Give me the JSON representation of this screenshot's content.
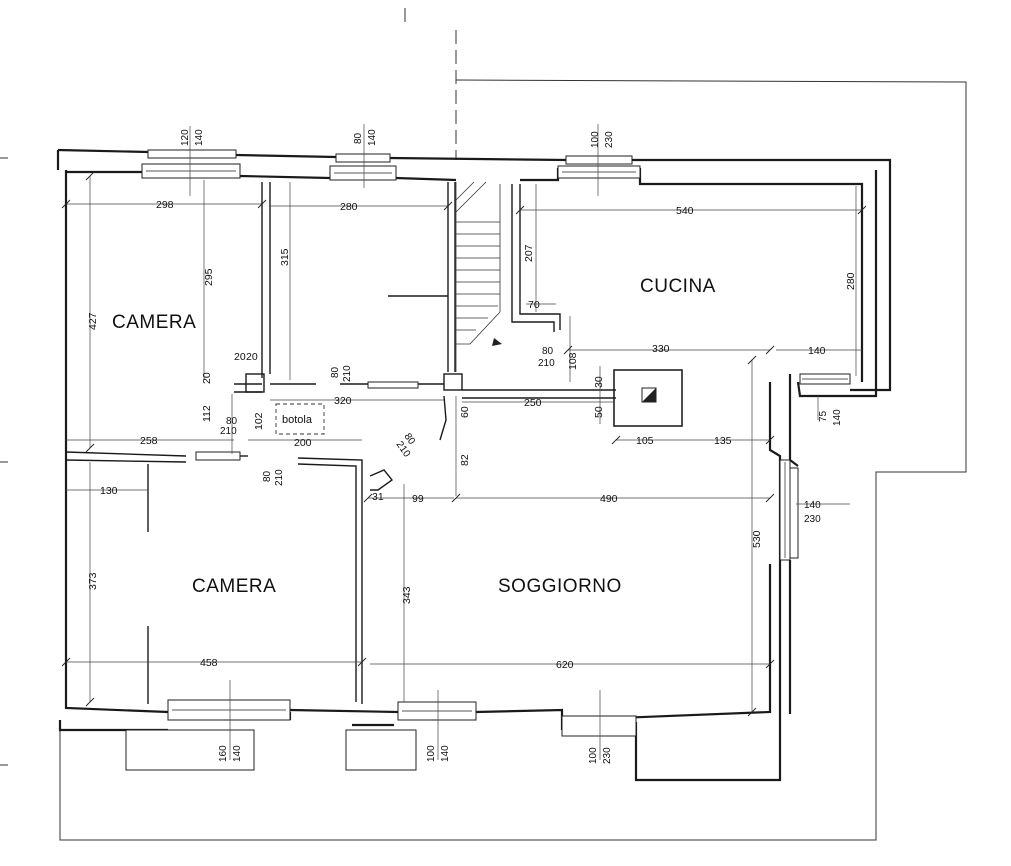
{
  "rooms": {
    "camera_top": "CAMERA",
    "camera_bottom": "CAMERA",
    "cucina": "CUCINA",
    "soggiorno": "SOGGIORNO"
  },
  "notes": {
    "botola": "botola"
  },
  "dims": {
    "d298": "298",
    "d280a": "280",
    "d540": "540",
    "d427": "427",
    "d295": "295",
    "d315": "315",
    "d207": "207",
    "d280b": "280",
    "d70": "70",
    "d330": "330",
    "d140": "140",
    "d320": "320",
    "d250": "250",
    "d258": "258",
    "d200": "200",
    "d130": "130",
    "d373": "373",
    "d343": "343",
    "d99": "99",
    "d31": "31",
    "d490": "490",
    "d530": "530",
    "d458": "458",
    "d620": "620",
    "d105": "105",
    "d135": "135",
    "d112": "112",
    "d102": "102",
    "d82": "82",
    "d60": "60",
    "d50": "50",
    "d30": "30",
    "d108": "108",
    "d20a": "20",
    "d20b": "20",
    "d20c": "20"
  },
  "openings": {
    "w120_140": [
      "120",
      "140"
    ],
    "w80_140": [
      "80",
      "140"
    ],
    "w100_230_top": [
      "100",
      "230"
    ],
    "w75_140": [
      "75",
      "140"
    ],
    "w140_230": [
      "140",
      "230"
    ],
    "w160_140": [
      "160",
      "140"
    ],
    "w100_140": [
      "100",
      "140"
    ],
    "w100_230_bottom": [
      "100",
      "230"
    ],
    "d80_210_a": [
      "80",
      "210"
    ],
    "d80_210_b": [
      "80",
      "210"
    ],
    "d80_210_c": [
      "80",
      "210"
    ],
    "d80_210_d": [
      "80",
      "210"
    ],
    "d80_210_e": [
      "80",
      "210"
    ]
  }
}
